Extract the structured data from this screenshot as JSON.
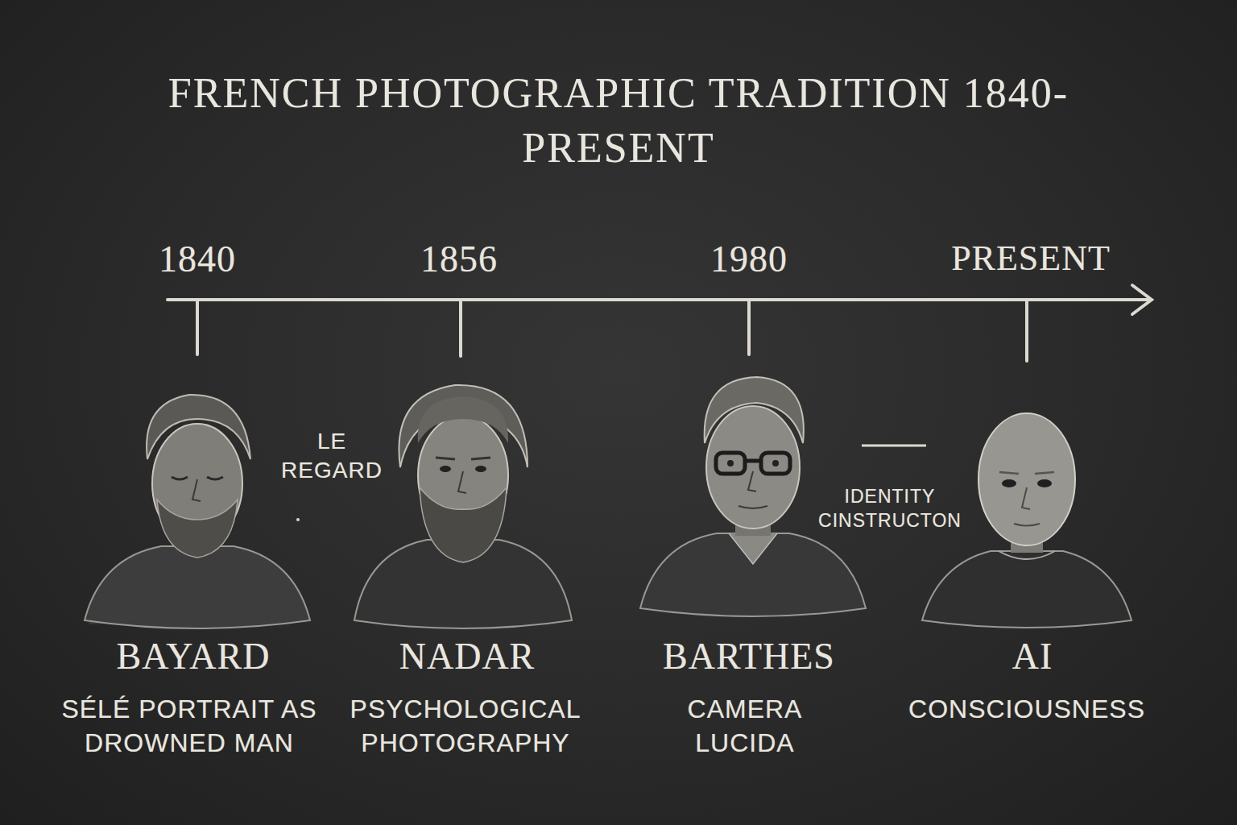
{
  "diagram": {
    "title": "FRENCH PHOTOGRAPHIC TRADITION 1840-PRESENT",
    "labels": [
      "1840",
      "1856",
      "1980",
      "PRESENT",
      "LE REGARD",
      "IDENTITY CINSTRUCTON",
      "BAYARD",
      "SÉLÉ PORTRAIT AS DROWNED MAN",
      "NADAR",
      "PSYCHOLOGICAL PHOTOGRAPHY",
      "BARTHES",
      "CAMERA LUCIDA",
      "AI",
      "CONSCIOUSNESS"
    ]
  }
}
